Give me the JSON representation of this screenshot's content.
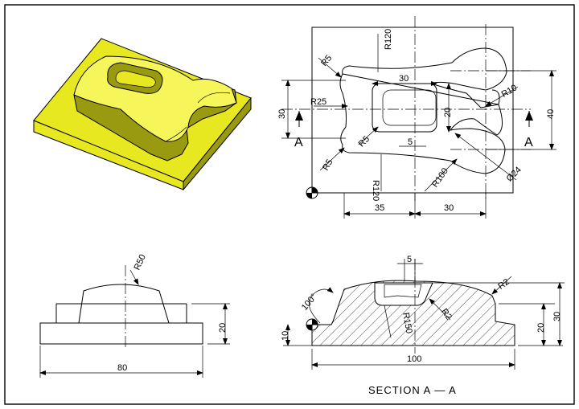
{
  "iso_view": {
    "colors": {
      "face": "#e8e820",
      "light": "#f6f65a",
      "dark": "#9a9a10",
      "edge": "#000000"
    }
  },
  "top_view": {
    "dimensions": {
      "r120_top": "R120",
      "r5_top_left": "R5",
      "r25": "R25",
      "d30_inner": "30",
      "d20_inner": "20",
      "r5_inner": "R5",
      "d5_inner": "5",
      "r10": "R10",
      "r5_bottom_left": "R5",
      "r120_bottom": "R120",
      "r100": "R100",
      "d24": "Ø24",
      "d30_left": "30",
      "d40_right": "40",
      "d35_bottom": "35",
      "d30_bottom": "30"
    },
    "section_marks": {
      "left": "A",
      "right": "A"
    }
  },
  "front_view": {
    "dimensions": {
      "r50": "R50",
      "d20": "20",
      "d80": "80"
    }
  },
  "section_view": {
    "dimensions": {
      "d5": "5",
      "r2_top": "R2",
      "angle": "100°",
      "r150": "R150",
      "r2_inner": "R2",
      "d10": "10",
      "d20": "20",
      "d30": "30",
      "d100": "100"
    },
    "title": "SECTION A — A"
  }
}
